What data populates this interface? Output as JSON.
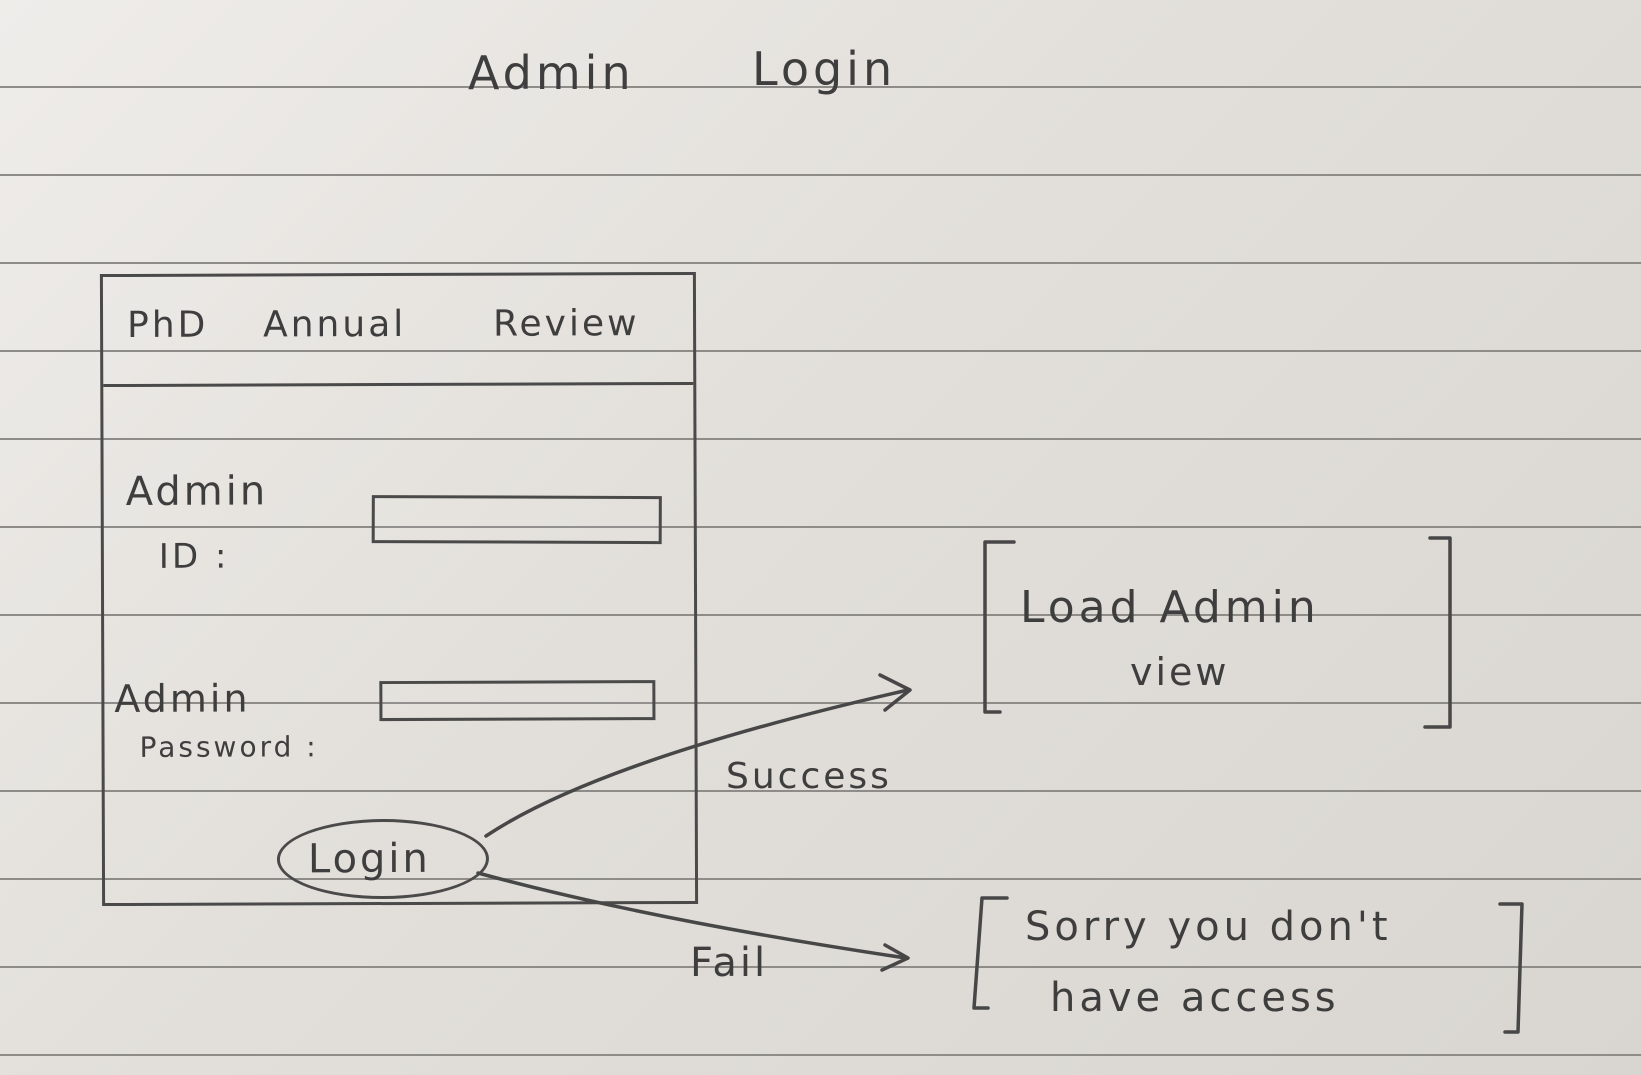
{
  "title": {
    "word1": "Admin",
    "word2": "Login"
  },
  "mockup": {
    "app_title": [
      "PhD",
      "Annual",
      "Review"
    ],
    "admin_id_label": [
      "Admin",
      "ID :"
    ],
    "admin_password_label": [
      "Admin",
      "Password :"
    ],
    "admin_id_value": "",
    "admin_password_value": "",
    "login_button": "Login"
  },
  "flow": {
    "success_label": "Success",
    "fail_label": "Fail",
    "success_result": [
      "Load Admin",
      "view"
    ],
    "fail_result": [
      "Sorry you don't",
      "have access"
    ]
  }
}
